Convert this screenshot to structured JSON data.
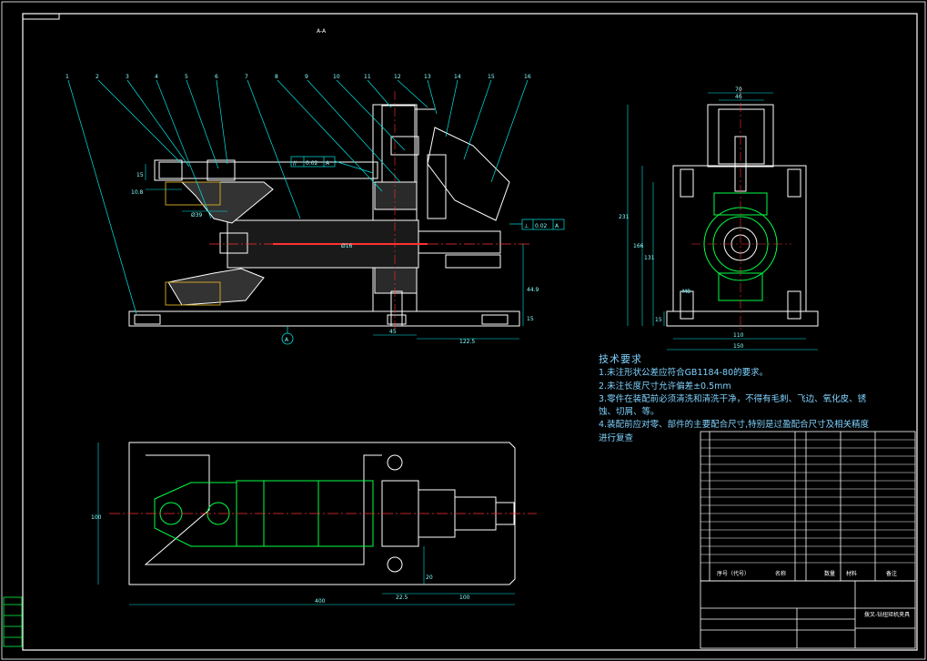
{
  "drawing": {
    "section_label": "A-A",
    "datum_symbol": "A",
    "leader_numbers": [
      "1",
      "2",
      "3",
      "4",
      "5",
      "6",
      "7",
      "8",
      "9",
      "10",
      "11",
      "12",
      "13",
      "14",
      "15",
      "16"
    ],
    "tolerance_frames": [
      {
        "value": "0.02",
        "datum": "A",
        "symbol": "//"
      },
      {
        "value": "0.02",
        "datum": "A",
        "symbol": "⊥"
      }
    ],
    "front_dims": [
      "15",
      "10.8",
      "Ø39",
      "Ø16",
      "44.9",
      "15",
      "45",
      "122.5"
    ],
    "side_dims": [
      "70",
      "46",
      "231",
      "166",
      "131",
      "15",
      "M8",
      "110",
      "150"
    ],
    "top_dims": [
      "100",
      "22.5",
      "100",
      "400",
      "20"
    ]
  },
  "requirements": {
    "title": "技术要求",
    "lines": [
      "1.未注形状公差应符合GB1184-80的要求。",
      "2.未注长度尺寸允许偏差±0.5mm",
      "3.零件在装配前必须清洗和清洗干净，不得有毛刺、飞边、氧化皮、锈",
      "蚀、切屑、等。",
      "4.装配前应对零、部件的主要配合尺寸,特别是过盈配合尺寸及相关精度",
      "进行复查"
    ]
  },
  "title_block": {
    "drawing_name": "拨叉-钻扭矩机夹具",
    "header_cols": [
      "序号（代号）",
      "名称",
      "数量",
      "材料",
      "备注"
    ]
  },
  "colors": {
    "line": "#ffffff",
    "leader": "#00e5e5",
    "accent": "#00ff44",
    "center": "#ff3030",
    "part": "#c8a020",
    "hatch": "#ff9900",
    "text": "#7fd3ff"
  }
}
